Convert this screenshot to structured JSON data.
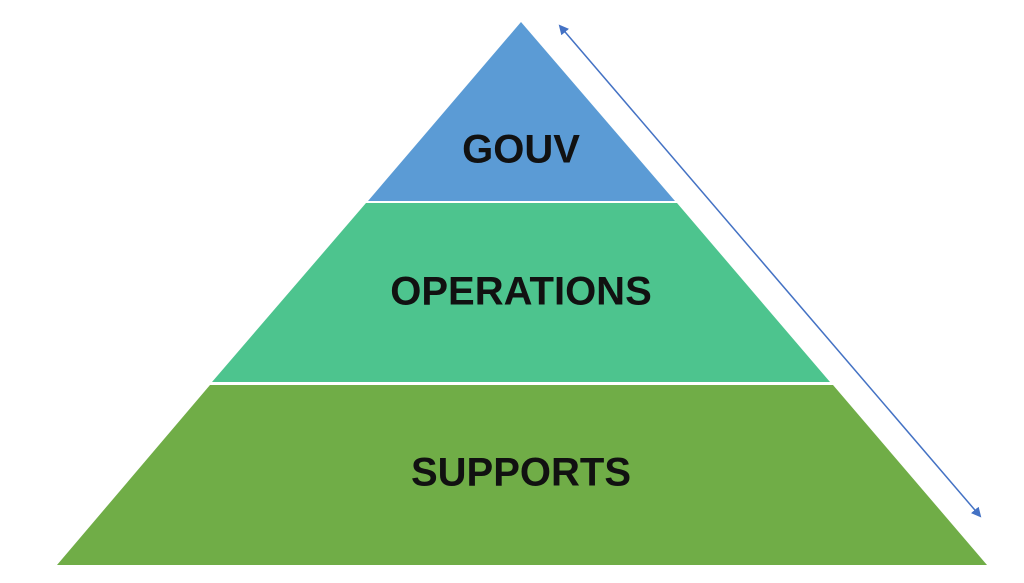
{
  "levels": [
    {
      "label": "GOUV",
      "color": "#5B9BD5"
    },
    {
      "label": "OPERATIONS",
      "color": "#4DC48E"
    },
    {
      "label": "SUPPORTS",
      "color": "#70AD47"
    }
  ],
  "arrow_color": "#4472C4"
}
